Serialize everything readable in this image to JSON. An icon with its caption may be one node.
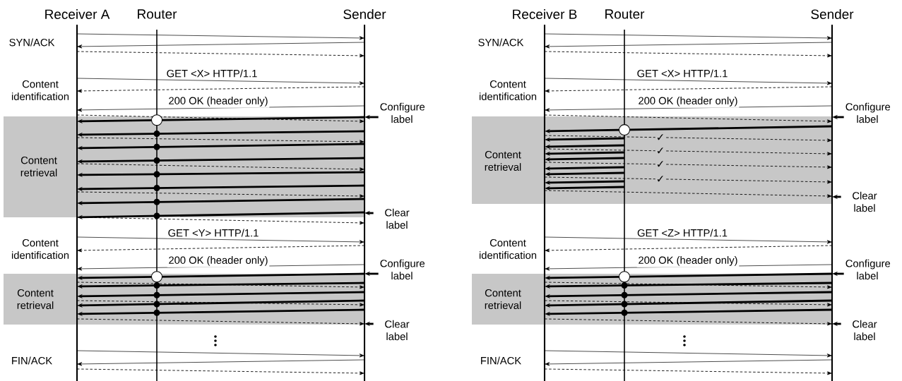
{
  "diagram": {
    "nodes": [
      {
        "text": [
          "Receiver A"
        ]
      },
      {
        "text": [
          "Router"
        ]
      },
      {
        "text": [
          "Sender"
        ]
      },
      {
        "text": [
          "Content retrieval"
        ]
      },
      {
        "text": [
          "Configure label"
        ]
      },
      {
        "text": [
          "Clear label"
        ]
      },
      {
        "text": [
          "Content retrieval"
        ]
      },
      {
        "text": [
          "Configure label"
        ]
      },
      {
        "text": [
          "Clear label"
        ]
      },
      {
        "text": [
          "Receiver B"
        ]
      },
      {
        "text": [
          "Router"
        ]
      },
      {
        "text": [
          "Sender"
        ]
      },
      {
        "text": [
          "Content retrieval"
        ]
      },
      {
        "text": [
          "Configure label"
        ]
      },
      {
        "text": [
          "Clear label"
        ]
      },
      {
        "text": [
          "Content retrieval"
        ]
      },
      {
        "text": [
          "Configure label"
        ]
      },
      {
        "text": [
          "Clear label"
        ]
      }
    ],
    "edges": [
      {
        "from": 0,
        "to": 2,
        "arrow": "to"
      },
      {
        "from": 2,
        "to": 0,
        "arrow": "to"
      },
      {
        "from": 0,
        "to": 2,
        "arrow": "to",
        "style": "dashed"
      },
      {
        "from": 0,
        "to": 2,
        "arrow": "to",
        "label": "GET <X> HTTP/1.1"
      },
      {
        "from": 2,
        "to": 0,
        "arrow": "to",
        "style": "dashed"
      },
      {
        "from": 2,
        "to": 0,
        "arrow": "to",
        "label": "200 OK (header only)"
      },
      {
        "from": 0,
        "to": 2,
        "arrow": "to",
        "style": "dashed"
      },
      {
        "from": 2,
        "to": 0,
        "arrow": "to",
        "style": "thick"
      },
      {
        "from": 2,
        "to": 0,
        "arrow": "to",
        "style": "thick"
      },
      {
        "from": 0,
        "to": 2,
        "arrow": "to",
        "style": "dashed"
      },
      {
        "from": 2,
        "to": 0,
        "arrow": "to",
        "style": "thick"
      },
      {
        "from": 2,
        "to": 0,
        "arrow": "to",
        "style": "thick"
      },
      {
        "from": 0,
        "to": 2,
        "arrow": "to",
        "style": "dashed"
      },
      {
        "from": 2,
        "to": 0,
        "arrow": "to",
        "style": "thick"
      },
      {
        "from": 2,
        "to": 0,
        "arrow": "to",
        "style": "thick"
      },
      {
        "from": 0,
        "to": 2,
        "arrow": "to",
        "style": "dashed"
      },
      {
        "from": 2,
        "to": 0,
        "arrow": "to",
        "style": "thick"
      },
      {
        "from": 2,
        "to": 0,
        "arrow": "to",
        "style": "thick"
      },
      {
        "from": 0,
        "to": 2,
        "arrow": "to",
        "style": "dashed"
      },
      {
        "from": 4,
        "to": 2,
        "arrow": "to",
        "style": "thick"
      },
      {
        "from": 5,
        "to": 2,
        "arrow": "to",
        "style": "thick"
      },
      {
        "from": 0,
        "to": 2,
        "arrow": "to",
        "label": "GET <Y> HTTP/1.1"
      },
      {
        "from": 2,
        "to": 0,
        "arrow": "to",
        "style": "dashed"
      },
      {
        "from": 2,
        "to": 0,
        "arrow": "to",
        "label": "200 OK (header only)"
      },
      {
        "from": 2,
        "to": 0,
        "arrow": "to",
        "style": "thick"
      },
      {
        "from": 0,
        "to": 2,
        "arrow": "to",
        "style": "dashed"
      },
      {
        "from": 2,
        "to": 0,
        "arrow": "to",
        "style": "thick"
      },
      {
        "from": 2,
        "to": 0,
        "arrow": "to",
        "style": "thick"
      },
      {
        "from": 0,
        "to": 2,
        "arrow": "to",
        "style": "dashed"
      },
      {
        "from": 2,
        "to": 0,
        "arrow": "to",
        "style": "thick"
      },
      {
        "from": 2,
        "to": 0,
        "arrow": "to",
        "style": "thick"
      },
      {
        "from": 0,
        "to": 2,
        "arrow": "to",
        "style": "dashed"
      },
      {
        "from": 7,
        "to": 2,
        "arrow": "to",
        "style": "thick"
      },
      {
        "from": 8,
        "to": 2,
        "arrow": "to",
        "style": "thick"
      },
      {
        "from": 0,
        "to": 2,
        "arrow": "to"
      },
      {
        "from": 2,
        "to": 0,
        "arrow": "to"
      },
      {
        "from": 0,
        "to": 2,
        "arrow": "to",
        "style": "dashed"
      },
      {
        "from": 9,
        "to": 11,
        "arrow": "to"
      },
      {
        "from": 11,
        "to": 9,
        "arrow": "to"
      },
      {
        "from": 9,
        "to": 11,
        "arrow": "to",
        "style": "dashed"
      },
      {
        "from": 9,
        "to": 11,
        "arrow": "to",
        "label": "GET <X> HTTP/1.1"
      },
      {
        "from": 11,
        "to": 9,
        "arrow": "to",
        "style": "dashed"
      },
      {
        "from": 11,
        "to": 9,
        "arrow": "to",
        "label": "200 OK (header only)"
      },
      {
        "from": 9,
        "to": 11,
        "arrow": "to",
        "style": "dashed"
      },
      {
        "from": 11,
        "to": 9,
        "arrow": "to",
        "style": "thick"
      },
      {
        "from": 9,
        "to": 11,
        "arrow": "to",
        "style": "dashed"
      },
      {
        "from": null,
        "to": 9,
        "arrow": "to",
        "style": "thick"
      },
      {
        "from": null,
        "to": 9,
        "arrow": "to",
        "style": "thick"
      },
      {
        "from": 9,
        "to": 11,
        "arrow": "to",
        "style": "dashed"
      },
      {
        "from": null,
        "to": 9,
        "arrow": "to",
        "style": "thick"
      },
      {
        "from": null,
        "to": 9,
        "arrow": "to",
        "style": "thick"
      },
      {
        "from": 9,
        "to": 11,
        "arrow": "to",
        "style": "dashed"
      },
      {
        "from": null,
        "to": 9,
        "arrow": "to",
        "style": "thick"
      },
      {
        "from": null,
        "to": 9,
        "arrow": "to",
        "style": "thick"
      },
      {
        "from": 9,
        "to": 11,
        "arrow": "to",
        "style": "dashed"
      },
      {
        "from": null,
        "to": 9,
        "arrow": "to",
        "style": "thick"
      },
      {
        "from": null,
        "to": 9,
        "arrow": "to",
        "style": "thick"
      },
      {
        "from": 9,
        "to": 11,
        "arrow": "to",
        "style": "dashed"
      },
      {
        "from": 13,
        "to": 11,
        "arrow": "to",
        "style": "thick"
      },
      {
        "from": 14,
        "to": 11,
        "arrow": "to",
        "style": "thick"
      },
      {
        "from": 9,
        "to": 11,
        "arrow": "to",
        "label": "GET <Z> HTTP/1.1"
      },
      {
        "from": 11,
        "to": 9,
        "arrow": "to",
        "style": "dashed"
      },
      {
        "from": 11,
        "to": 9,
        "arrow": "to",
        "label": "200 OK (header only)"
      },
      {
        "from": 11,
        "to": 9,
        "arrow": "to",
        "style": "thick"
      },
      {
        "from": 9,
        "to": 11,
        "arrow": "to",
        "style": "dashed"
      },
      {
        "from": 11,
        "to": 9,
        "arrow": "to",
        "style": "thick"
      },
      {
        "from": 11,
        "to": 9,
        "arrow": "to",
        "style": "thick"
      },
      {
        "from": 9,
        "to": 11,
        "arrow": "to",
        "style": "dashed"
      },
      {
        "from": 11,
        "to": 9,
        "arrow": "to",
        "style": "thick"
      },
      {
        "from": 11,
        "to": 9,
        "arrow": "to",
        "style": "thick"
      },
      {
        "from": 9,
        "to": 11,
        "arrow": "to",
        "style": "dashed"
      },
      {
        "from": 16,
        "to": 11,
        "arrow": "to",
        "style": "thick"
      },
      {
        "from": 17,
        "to": 11,
        "arrow": "to",
        "style": "thick"
      },
      {
        "from": 9,
        "to": 11,
        "arrow": "to"
      },
      {
        "from": 11,
        "to": 9,
        "arrow": "to"
      },
      {
        "from": 9,
        "to": 11,
        "arrow": "to",
        "style": "dashed"
      }
    ],
    "labels": [
      "SYN/ACK",
      "Content identification",
      "Content identification",
      "FIN/ACK",
      "SYN/ACK",
      "Content identification",
      "✓",
      "✓",
      "✓",
      "✓",
      "Content identification",
      "FIN/ACK"
    ]
  }
}
